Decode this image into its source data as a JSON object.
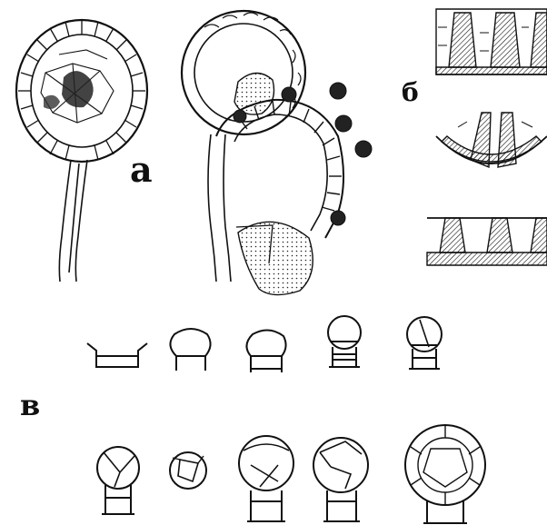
{
  "figure": {
    "labels": {
      "a": "а",
      "b": "б",
      "v": "в"
    },
    "ink_color": "#111111",
    "paper_color": "#ffffff"
  }
}
